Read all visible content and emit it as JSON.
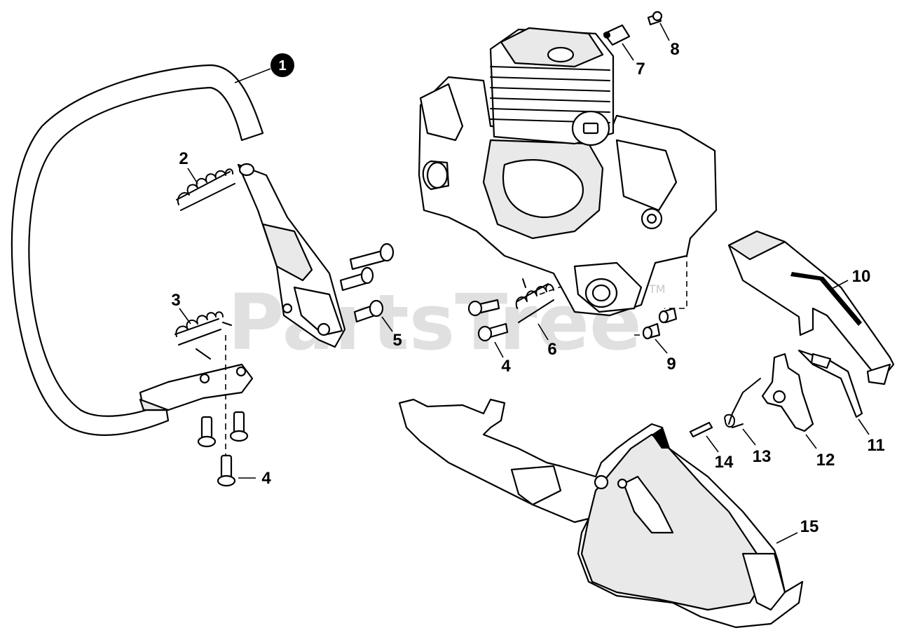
{
  "watermark": {
    "text": "PartsTree",
    "tm": "TM"
  },
  "callouts": {
    "c1": "1",
    "c2": "2",
    "c3": "3",
    "c4a": "4",
    "c4b": "4",
    "c5": "5",
    "c6": "6",
    "c7": "7",
    "c8": "8",
    "c9": "9",
    "c10": "10",
    "c11": "11",
    "c12": "12",
    "c13": "13",
    "c14": "14",
    "c15": "15"
  }
}
